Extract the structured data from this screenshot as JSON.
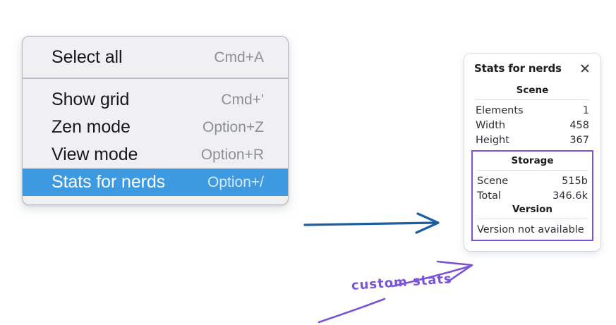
{
  "colors": {
    "menu_background": "#f0f0f2",
    "menu_border": "#b4bac4",
    "menu_selected": "#3d9ae0",
    "menu_label": "#16181c",
    "menu_shortcut": "#8b9098",
    "panel_background": "#ffffff",
    "panel_text": "#2d3036",
    "annotation_purple": "#7a52d6",
    "arrow_blue": "#1a5f9e",
    "canvas_background": "#ffffff"
  },
  "context_menu": {
    "groups": [
      {
        "items": [
          {
            "label": "Select all",
            "shortcut": "Cmd+A",
            "selected": false
          }
        ]
      },
      {
        "items": [
          {
            "label": "Show grid",
            "shortcut": "Cmd+'",
            "selected": false
          },
          {
            "label": "Zen mode",
            "shortcut": "Option+Z",
            "selected": false
          },
          {
            "label": "View mode",
            "shortcut": "Option+R",
            "selected": false
          },
          {
            "label": "Stats for nerds",
            "shortcut": "Option+/",
            "selected": true
          }
        ]
      }
    ]
  },
  "stats_panel": {
    "title": "Stats for nerds",
    "close_icon": "close-icon",
    "sections": [
      {
        "title": "Scene",
        "boxed": false,
        "rows": [
          {
            "label": "Elements",
            "value": "1"
          },
          {
            "label": "Width",
            "value": "458"
          },
          {
            "label": "Height",
            "value": "367"
          }
        ]
      },
      {
        "title": "Storage",
        "boxed": true,
        "rows": [
          {
            "label": "Scene",
            "value": "515b"
          },
          {
            "label": "Total",
            "value": "346.6k"
          }
        ]
      },
      {
        "title": "Version",
        "boxed": true,
        "note": "Version not available"
      }
    ]
  },
  "annotations": {
    "callout_label": "custom stats",
    "blue_arrow_name": "blue-arrow-menu-to-panel",
    "purple_arrow_name": "purple-arrow-to-storage",
    "purple_underline_name": "purple-underline-stroke",
    "purple_highlight_name": "purple-highlight-rectangle"
  }
}
